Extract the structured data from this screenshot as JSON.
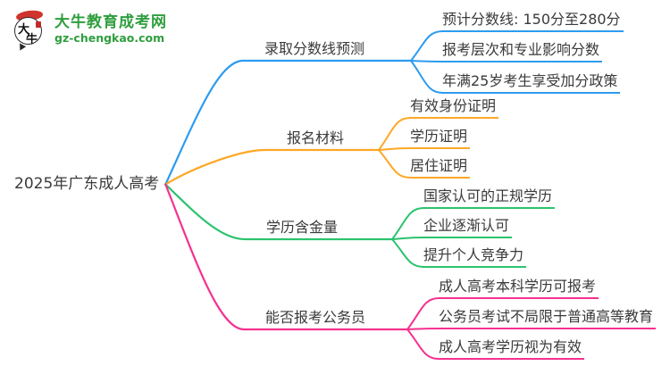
{
  "logo": {
    "brand": "大牛教育成考网",
    "domain": "gz-chengkao.com",
    "icon_chars": {
      "first": "大",
      "second": "牛"
    }
  },
  "mindmap": {
    "root": {
      "label": "2025年广东成人高考"
    },
    "branches": [
      {
        "id": "admission-score-prediction",
        "label": "录取分数线预测",
        "color": "#2d9bf0",
        "children": [
          "预计分数线: 150分至280分",
          "报考层次和专业影响分数",
          "年满25岁考生享受加分政策"
        ]
      },
      {
        "id": "registration-materials",
        "label": "报名材料",
        "color": "#ffa726",
        "children": [
          "有效身份证明",
          "学历证明",
          "居住证明"
        ]
      },
      {
        "id": "degree-value",
        "label": "学历含金量",
        "color": "#2bc36e",
        "children": [
          "国家认可的正规学历",
          "企业逐渐认可",
          "提升个人竞争力"
        ]
      },
      {
        "id": "civil-service-eligibility",
        "label": "能否报考公务员",
        "color": "#f5318f",
        "children": [
          "成人高考本科学历可报考",
          "公务员考试不局限于普通高等教育",
          "成人高考学历视为有效"
        ]
      }
    ]
  }
}
